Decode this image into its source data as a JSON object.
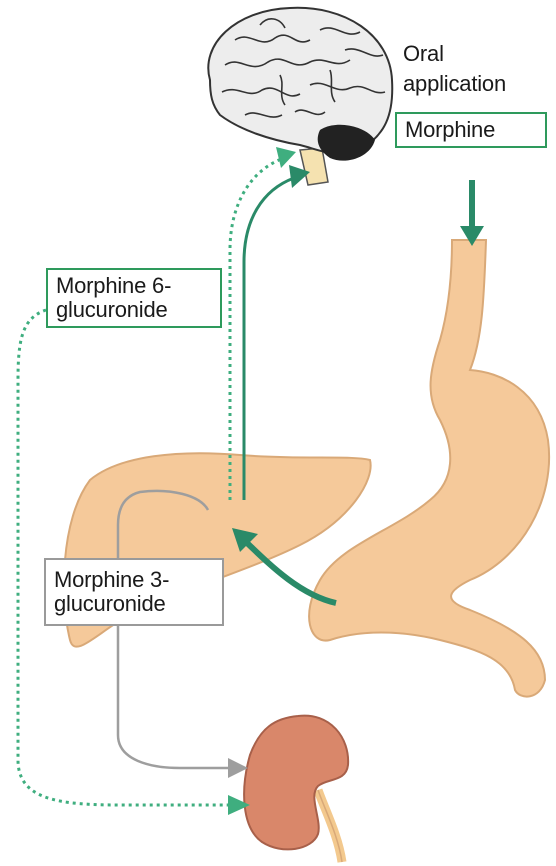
{
  "labels": {
    "oral_line1": "Oral",
    "oral_line2": "application",
    "morphine": "Morphine",
    "m6g_line1": "Morphine 6-",
    "m6g_line2": "glucuronide",
    "m3g_line1": "Morphine 3-",
    "m3g_line2": "glucuronide"
  },
  "colors": {
    "organ_fill": "#f5c99a",
    "organ_stroke": "#d9a978",
    "kidney_fill": "#d9876a",
    "arrow_solid": "#2a8a68",
    "arrow_dotted": "#3fae7f",
    "arrow_gray": "#9e9e9e",
    "box_green": "#2e9a5c",
    "box_gray": "#9a9a9a"
  },
  "icons": [
    "brain-icon",
    "esophagus-stomach-icon",
    "liver-icon",
    "kidney-icon"
  ]
}
